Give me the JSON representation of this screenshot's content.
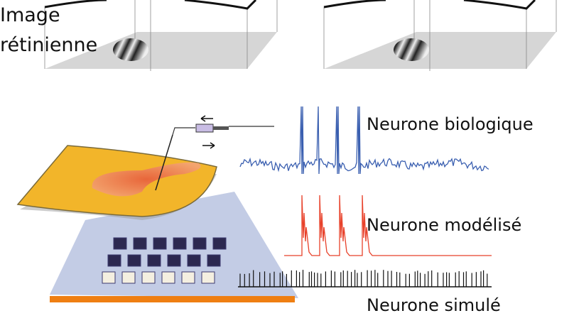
{
  "labels": {
    "retina_line1": "Image",
    "retina_line2": "rétinienne",
    "bio": "Neurone biologique",
    "model": "Neurone modélisé",
    "sim": "Neurone simulé"
  },
  "colors": {
    "bio_trace": "#3a5fb0",
    "model_trace": "#e8412a",
    "sim_trace": "#111111",
    "floor": "#d6d6d6",
    "slice": "#f2b52a",
    "chip_bar": "#ef7f12"
  }
}
